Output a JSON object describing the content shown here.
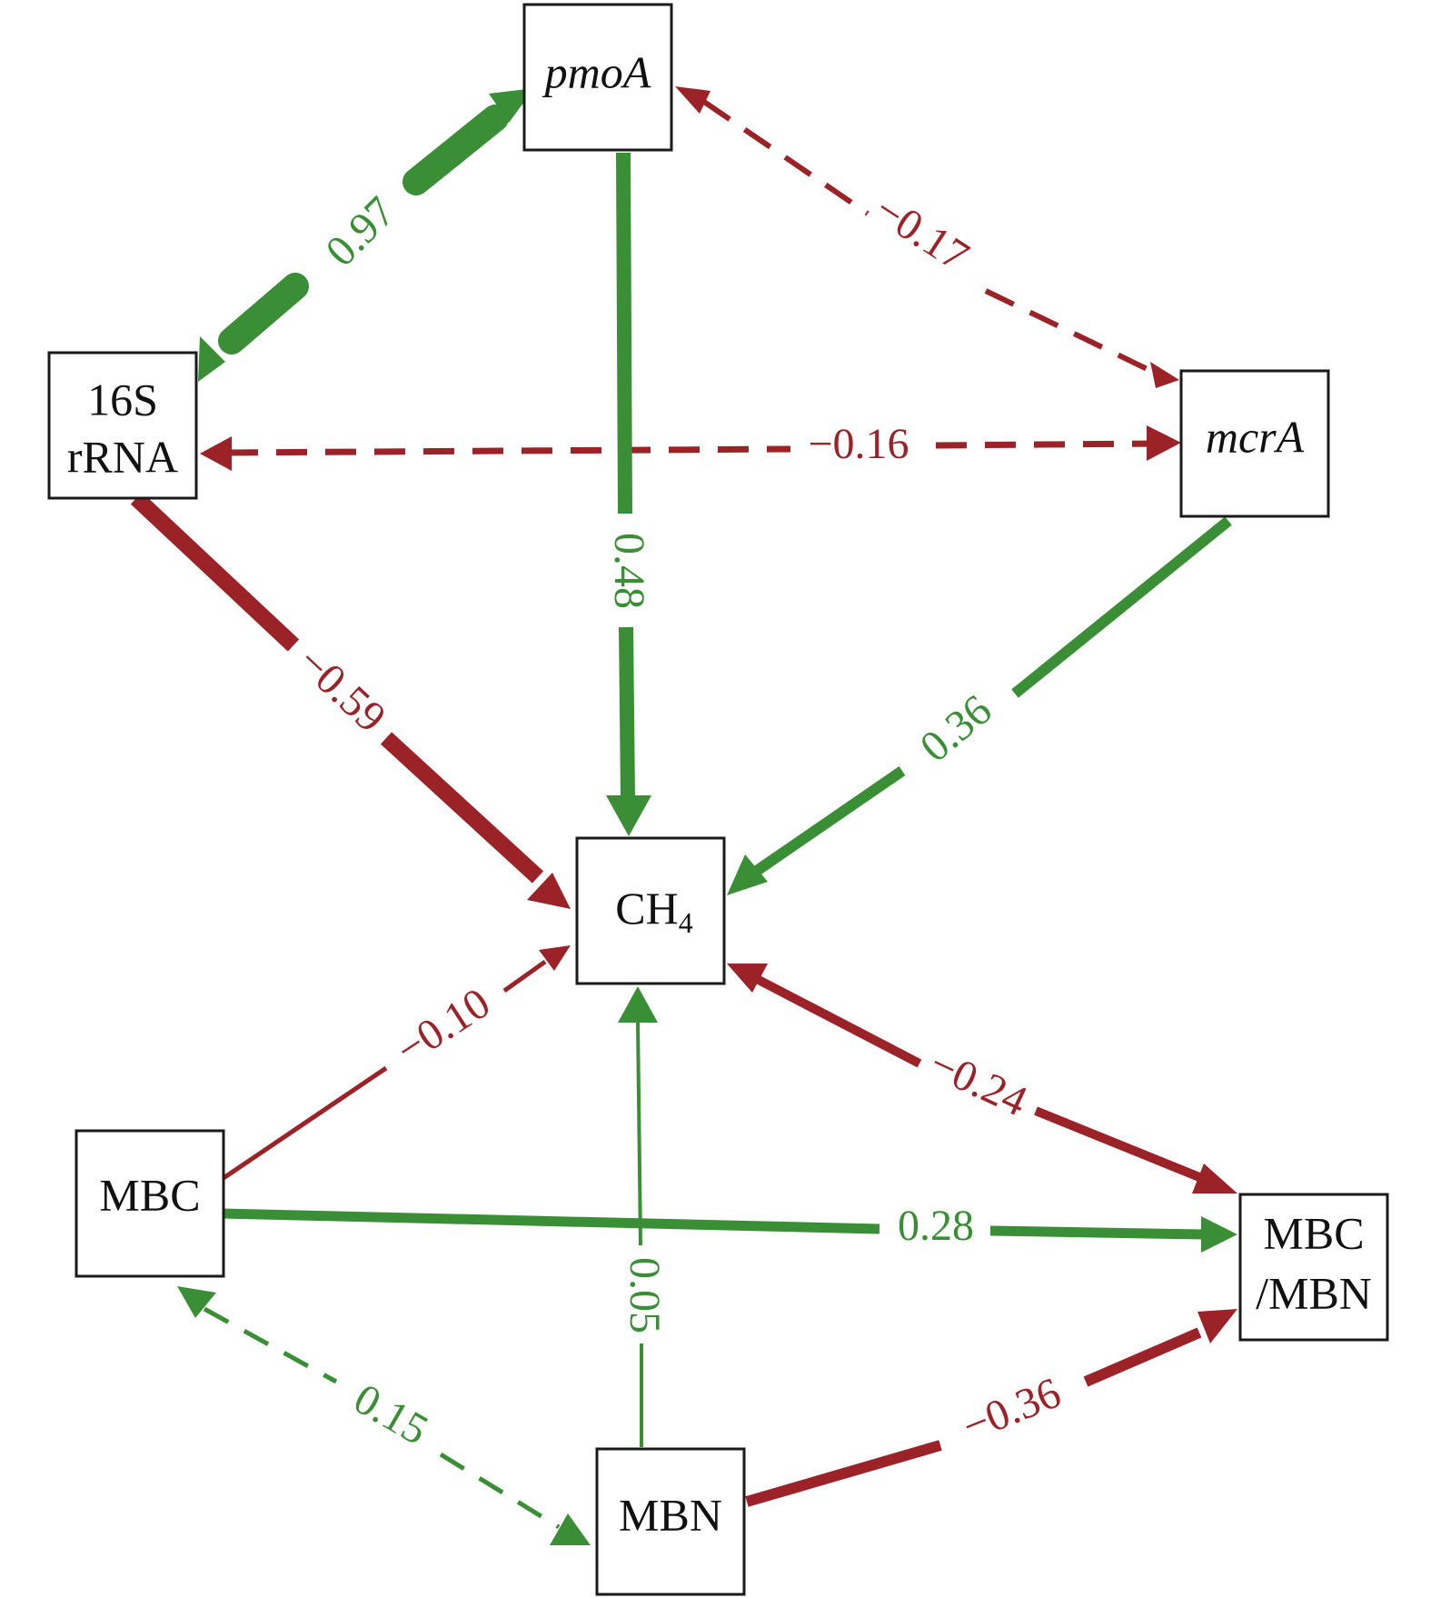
{
  "colors": {
    "positive": "#3a8e35",
    "negative": "#9b2226",
    "box_stroke": "#1a1a1a",
    "text": "#111111"
  },
  "nodes": {
    "pmoA": {
      "label": "pmoA",
      "italic": true
    },
    "rRNA16S": {
      "line1": "16S",
      "line2": "rRNA"
    },
    "mcrA": {
      "label": "mcrA",
      "italic": true
    },
    "CH4": {
      "label": "CH",
      "subscript": "4"
    },
    "MBC": {
      "label": "MBC"
    },
    "MBN": {
      "label": "MBN"
    },
    "ratio": {
      "line1": "MBC",
      "line2": "/MBN"
    }
  },
  "paths": [
    {
      "id": "rRNA-pmoA",
      "from": "16S rRNA",
      "to": "pmoA",
      "coefficient": "0.97",
      "sign": "positive",
      "style": "solid",
      "direction": "double"
    },
    {
      "id": "pmoA-mcrA",
      "from": "pmoA",
      "to": "mcrA",
      "coefficient": "−0.17",
      "sign": "negative",
      "style": "dashed",
      "direction": "double"
    },
    {
      "id": "rRNA-mcrA",
      "from": "16S rRNA",
      "to": "mcrA",
      "coefficient": "−0.16",
      "sign": "negative",
      "style": "dashed",
      "direction": "double"
    },
    {
      "id": "pmoA-CH4",
      "from": "pmoA",
      "to": "CH4",
      "coefficient": "0.48",
      "sign": "positive",
      "style": "solid",
      "direction": "forward"
    },
    {
      "id": "rRNA-CH4",
      "from": "16S rRNA",
      "to": "CH4",
      "coefficient": "−0.59",
      "sign": "negative",
      "style": "solid",
      "direction": "forward"
    },
    {
      "id": "mcrA-CH4",
      "from": "mcrA",
      "to": "CH4",
      "coefficient": "0.36",
      "sign": "positive",
      "style": "solid",
      "direction": "forward"
    },
    {
      "id": "MBC-CH4",
      "from": "MBC",
      "to": "CH4",
      "coefficient": "−0.10",
      "sign": "negative",
      "style": "solid",
      "direction": "forward"
    },
    {
      "id": "CH4-ratio",
      "from": "CH4",
      "to": "MBC/MBN",
      "coefficient": "−0.24",
      "sign": "negative",
      "style": "solid",
      "direction": "double"
    },
    {
      "id": "MBC-ratio",
      "from": "MBC",
      "to": "MBC/MBN",
      "coefficient": "0.28",
      "sign": "positive",
      "style": "solid",
      "direction": "forward"
    },
    {
      "id": "MBN-CH4",
      "from": "MBN",
      "to": "CH4",
      "coefficient": "0.05",
      "sign": "positive",
      "style": "solid",
      "direction": "forward"
    },
    {
      "id": "MBC-MBN",
      "from": "MBC",
      "to": "MBN",
      "coefficient": "0.15",
      "sign": "positive",
      "style": "dashed",
      "direction": "double"
    },
    {
      "id": "MBN-ratio",
      "from": "MBN",
      "to": "MBC/MBN",
      "coefficient": "−0.36",
      "sign": "negative",
      "style": "solid",
      "direction": "forward"
    }
  ]
}
